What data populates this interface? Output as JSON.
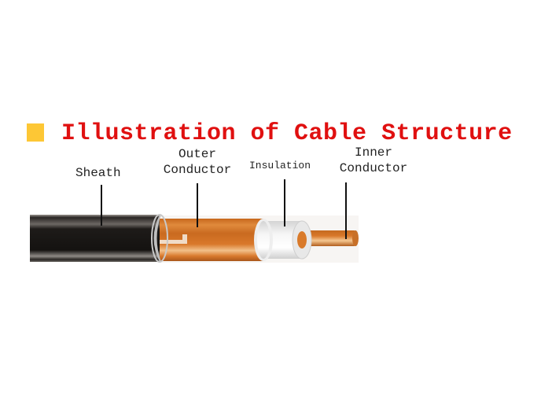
{
  "title": {
    "text": "Illustration of Cable Structure",
    "color": "#e01010"
  },
  "legend_square_color": "#fdc735",
  "labels": {
    "sheath": "Sheath",
    "outer_conductor_line1": "Outer",
    "outer_conductor_line2": "Conductor",
    "insulation": "Insulation",
    "inner_conductor_line1": "Inner",
    "inner_conductor_line2": "Conductor"
  },
  "colors": {
    "sheath": "#1a1714",
    "outer_conductor": "#d9782a",
    "insulation": "#e6e6e6",
    "inner_conductor": "#d97a25"
  }
}
